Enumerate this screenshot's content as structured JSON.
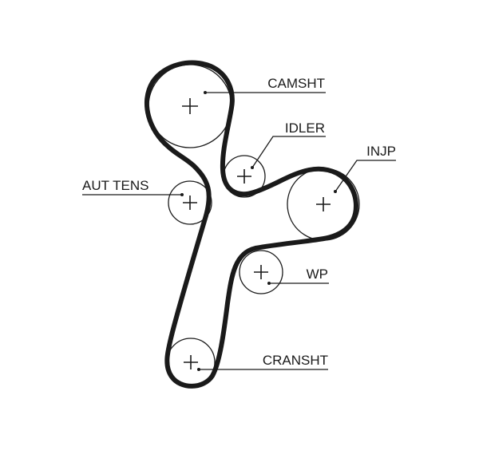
{
  "labels": {
    "camshaft": "CAMSHT",
    "idler": "IDLER",
    "injection_pump": "INJP",
    "auto_tensioner": "AUT TENS",
    "water_pump": "WP",
    "crankshaft": "CRANSHT"
  },
  "colors": {
    "ink": "#1a1a1a",
    "background": "#ffffff"
  }
}
